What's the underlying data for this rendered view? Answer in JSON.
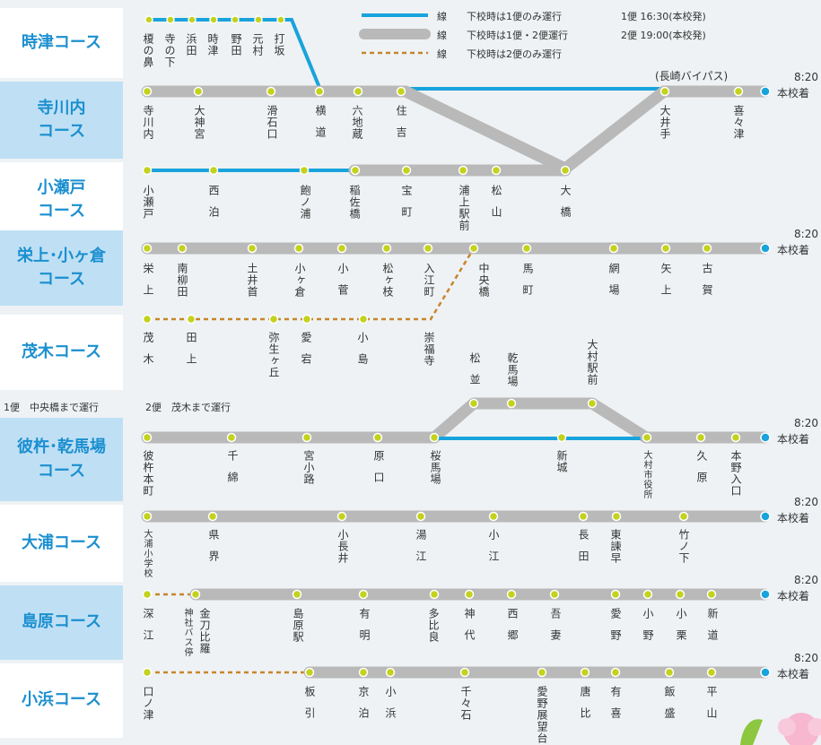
{
  "colors": {
    "gray": "#b9b9b9",
    "blue": "#18a3dc",
    "orange": "#c8852a",
    "dot": "#c3d21c",
    "course_text": "#1b8fd0"
  },
  "legend": {
    "row1": {
      "mark": "線",
      "desc": "下校時は1便のみ運行",
      "bin": "1便 16:30(本校発)"
    },
    "row2": {
      "mark": "線",
      "desc": "下校時は1便・2便運行",
      "bin": "2便 19:00(本校発)"
    },
    "row3": {
      "mark": "線",
      "desc": "下校時は2便のみ運行"
    }
  },
  "notes": {
    "nagasaki_bypass": "(長崎バイパス)",
    "moegi_left": "1便　中央橋まで運行",
    "moegi_right": "2便　茂木まで運行"
  },
  "arrival": {
    "time": "8:20",
    "label": "本校着"
  },
  "courses": [
    {
      "name": "時津コース"
    },
    {
      "name": "寺川内\nコース"
    },
    {
      "name": "小瀬戸\nコース"
    },
    {
      "name": "栄上･小ヶ倉\nコース"
    },
    {
      "name": "茂木コース"
    },
    {
      "name": "彼杵･乾馬場\nコース"
    },
    {
      "name": "大浦コース"
    },
    {
      "name": "島原コース"
    },
    {
      "name": "小浜コース"
    }
  ],
  "stations": {
    "togitsu": [
      "榎の鼻",
      "寺の下",
      "浜田",
      "時津",
      "野田",
      "元村",
      "打坂"
    ],
    "terakawachi": [
      "寺川内",
      "大神宮",
      "滑石口",
      "横道",
      "六地蔵",
      "住吉",
      "大井手",
      "喜々津"
    ],
    "koseto": [
      "小瀬戸",
      "西泊",
      "飽ノ浦",
      "稲佐橋",
      "宝町",
      "浦上駅前",
      "松山",
      "大橋"
    ],
    "sakaegami": [
      "栄上",
      "南柳田",
      "土井首",
      "小ヶ倉",
      "小菅",
      "松ヶ枝",
      "入江町",
      "中央橋",
      "馬町",
      "網場",
      "矢上",
      "古賀"
    ],
    "mogi": [
      "茂木",
      "田上",
      "弥生ヶ丘",
      "愛宕",
      "小島",
      "崇福寺"
    ],
    "kanbaba": [
      "松並",
      "乾馬場",
      "大村駅前"
    ],
    "sonogi": [
      "彼杵本町",
      "千綿",
      "宮小路",
      "原口",
      "桜馬場",
      "新城",
      "大村市役所",
      "久原",
      "本野入口"
    ],
    "oura": [
      "大浦小学校",
      "県界",
      "小長井",
      "湯江",
      "小江",
      "長田",
      "東諫早",
      "竹ノ下"
    ],
    "shimabara": [
      "深江",
      "神社バス停",
      "金刀比羅",
      "島原駅",
      "有明",
      "多比良",
      "神代",
      "西郷",
      "吾妻",
      "愛野",
      "小野",
      "小栗",
      "新道"
    ],
    "obama": [
      "口ノ津",
      "板引",
      "京泊",
      "小浜",
      "千々石",
      "愛野展望台",
      "唐比",
      "有喜",
      "飯盛",
      "平山"
    ]
  }
}
